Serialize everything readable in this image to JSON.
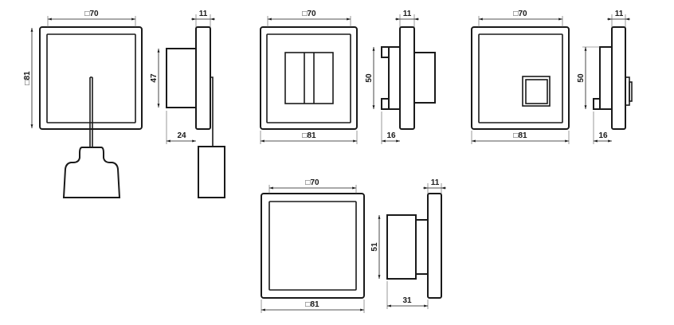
{
  "title": "Dimensional drawings of switch variants",
  "views": [
    {
      "name": "pull-cord-switch",
      "front_width": "□70",
      "front_height": "□81",
      "side_depth": "11",
      "side_height": "47",
      "rear_depth": "24"
    },
    {
      "name": "rocker-switch",
      "front_width": "□70",
      "front_outer": "□81",
      "side_depth": "11",
      "side_height": "50",
      "rear_depth": "16"
    },
    {
      "name": "data-socket",
      "front_width": "□70",
      "front_outer": "□81",
      "side_depth": "11",
      "side_height": "50",
      "rear_depth": "16"
    },
    {
      "name": "blank-cover",
      "front_width": "□70",
      "front_outer": "□81",
      "side_depth": "11",
      "side_height": "51",
      "rear_depth": "31"
    }
  ]
}
